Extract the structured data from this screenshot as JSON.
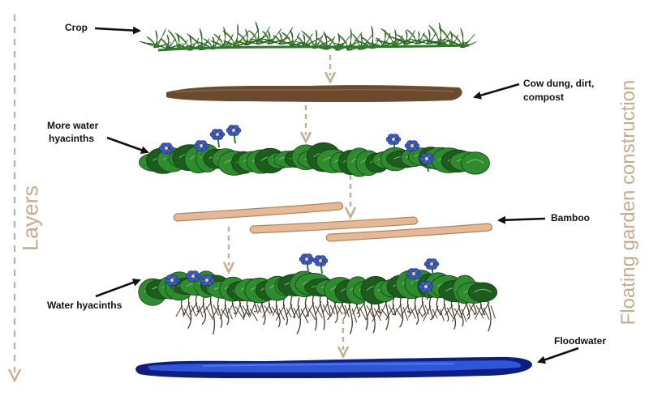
{
  "labels": {
    "crop": "Crop",
    "cow_dung": "Cow dung, dirt,",
    "cow_dung_2": "compost",
    "more_water": "More water",
    "more_water_2": "hyacinths",
    "bamboo": "Bamboo",
    "water_hyacinths": "Water hyacinths",
    "floodwater": "Floodwater"
  },
  "side_text": {
    "left": "Layers",
    "right": "Floating garden construction"
  },
  "colors": {
    "crop_leaf": "#3f9a35",
    "crop_leaf_light": "#9ed23a",
    "dung": "#6b4a2e",
    "hyacinth_leaf": "#2e8b2e",
    "hyacinth_dark": "#1c5c1c",
    "flower": "#3a5bc8",
    "bamboo": "#e4b995",
    "bamboo_edge": "#b4825c",
    "water": "#1f3fb5",
    "water_dark": "#0c1f80",
    "dashed_arrow": "#c7ae92",
    "roots": "#4a3828"
  },
  "icons": {
    "label_arrow": "arrow-icon",
    "layer_arrow": "dashed-down-arrow-icon",
    "flower": "hyacinth-flower-icon"
  }
}
